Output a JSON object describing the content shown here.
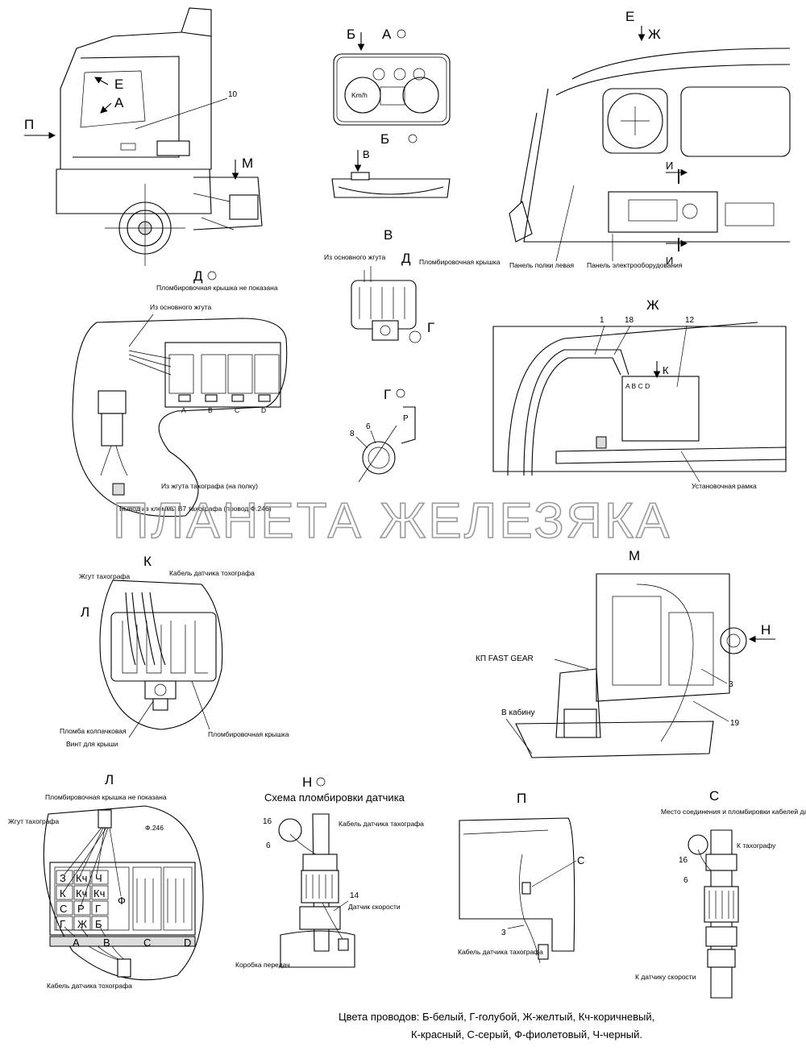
{
  "views": {
    "truck": {
      "callout_10": "10",
      "arrow_p": "П",
      "arrow_m": "М",
      "view_e": "Е",
      "view_a": "А"
    },
    "view_a": {
      "title": "А",
      "arrow_b": "Б",
      "speed_unit": "Km/h"
    },
    "view_b": {
      "title": "Б",
      "arrow_v": "В"
    },
    "view_v": {
      "title": "В",
      "letter_d": "Д",
      "letter_g": "Г",
      "from_harness": "Из основного жгута",
      "seal_cover": "Пломбировочная крышка"
    },
    "view_e": {
      "title": "Е",
      "arrow_zh": "Ж",
      "cut_i_top": "И",
      "cut_i_bottom": "И",
      "panel_left": "Панель полки левая",
      "panel_elec": "Панель электрооборудования"
    },
    "view_d": {
      "title": "Д",
      "note": "Пломбировочная крышка не показана",
      "from_harness": "Из основного жгута",
      "from_tacho": "Из жгута тахографа (на полку)",
      "output_b7": "Вывод из клеммы B7 тахографа (провод Ф.246)",
      "conn_letters": [
        "A",
        "B",
        "C",
        "D"
      ]
    },
    "view_zh": {
      "title": "Ж",
      "callout_1": "1",
      "callout_18": "18",
      "callout_12": "12",
      "arrow_k": "К",
      "connector_letters": "A B C D",
      "mount_frame": "Установочная рамка"
    },
    "view_g": {
      "title": "Г",
      "callout_6": "6",
      "callout_8": "8",
      "letter_r": "Р"
    },
    "watermark": "ПЛАНЕТА ЖЕЛЕЗЯКА",
    "view_k": {
      "title": "К",
      "harness": "Жгут тахографа",
      "cable": "Кабель датчика тохографа",
      "letter_l": "Л",
      "seal_cap": "Пломба колпачковая",
      "screw": "Винт для крыши",
      "seal_cover": "Пломбировочная крышка"
    },
    "view_m": {
      "title": "М",
      "gearbox": "КП FAST GEAR",
      "to_cab": "В кабину",
      "callout_3": "3",
      "callout_19": "19",
      "arrow_n": "Н"
    },
    "view_l": {
      "title": "Л",
      "note": "Пломбировочная крышка не показана",
      "harness": "Жгут тахографа",
      "wire_f246": "Ф.246",
      "cable": "Кабель датчика тохографа",
      "grid": [
        [
          "З",
          "Кч",
          "Ч"
        ],
        [
          "К",
          "Кч",
          "Кч"
        ],
        [
          "С",
          "Р",
          "Г"
        ],
        [
          "Г",
          "Ж",
          "Б"
        ]
      ],
      "extra_f": "Ф",
      "conn_letters": [
        "A",
        "B",
        "C",
        "D"
      ]
    },
    "view_n": {
      "title": "Н",
      "subtitle": "Схема пломбировки датчика",
      "callout_16": "16",
      "callout_6": "6",
      "callout_14": "14",
      "cable": "Кабель датчика тахографа",
      "sensor": "Датчик скорости",
      "gearbox": "Коробка передач"
    },
    "view_p": {
      "title": "П",
      "letter_c": "С",
      "callout_3": "3",
      "cable": "Кабель датчика тахографа"
    },
    "view_s": {
      "title": "С",
      "subtitle": "Место соединения и пломбировки кабелей датчика тахографа",
      "callout_16": "16",
      "callout_6": "6",
      "to_tacho": "К тахографу",
      "to_sensor": "К датчику скорости"
    },
    "legend": {
      "line1": "Цвета проводов: Б-белый, Г-голубой, Ж-желтый, Кч-коричневый,",
      "line2": "К-красный, С-серый, Ф-фиолетовый, Ч-черный."
    }
  }
}
